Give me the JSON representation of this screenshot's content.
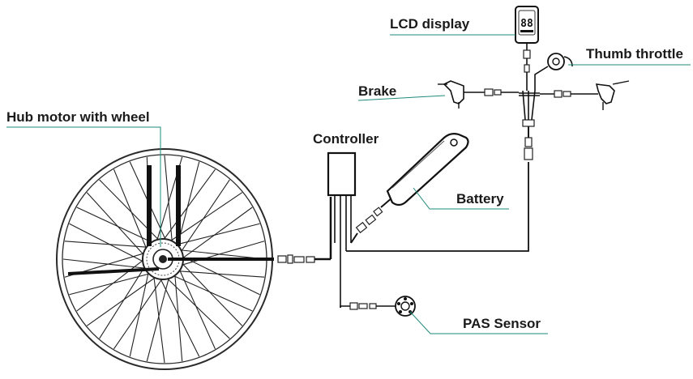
{
  "labels": {
    "lcd_display": "LCD display",
    "thumb_throttle": "Thumb throttle",
    "brake": "Brake",
    "hub_motor": "Hub motor with wheel",
    "controller": "Controller",
    "battery": "Battery",
    "pas_sensor": "PAS Sensor"
  },
  "lcd": {
    "digits": "88"
  },
  "colors": {
    "cable": "#111111",
    "outline": "#2a2a2a",
    "leader_line": "#1f8a7a",
    "wheel_spoke": "#222222"
  }
}
